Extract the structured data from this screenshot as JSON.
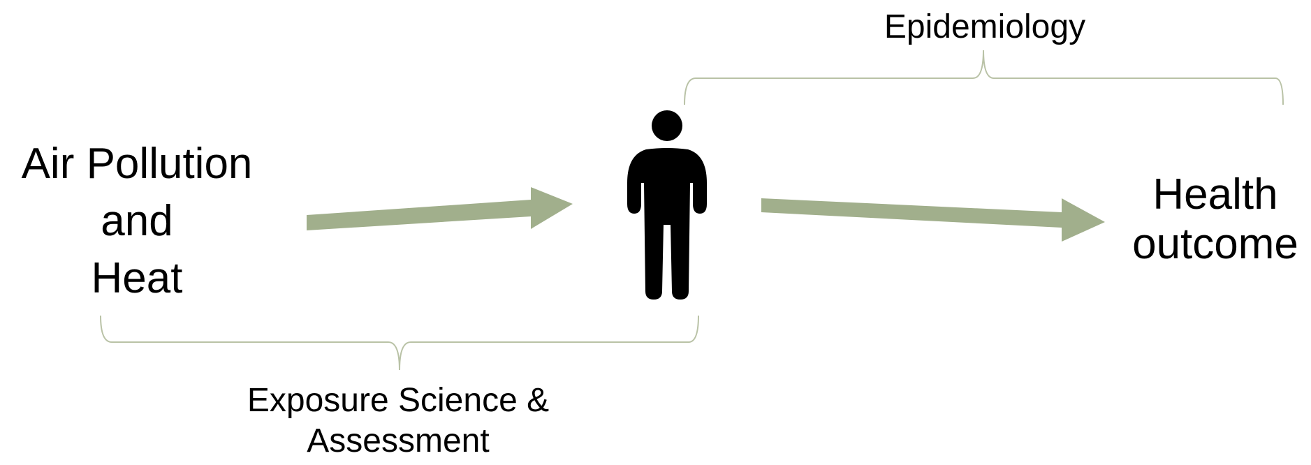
{
  "diagram": {
    "source_label": [
      "Air Pollution",
      "and",
      "Heat"
    ],
    "outcome_label": [
      "Health",
      "outcome"
    ],
    "epidemiology_label": "Epidemiology",
    "exposure_label": [
      "Exposure Science &",
      "Assessment"
    ],
    "person_icon": "person-icon",
    "colors": {
      "arrow": "#a1af8c",
      "bracket": "#b9c2a6",
      "text": "#000000",
      "figure": "#000000"
    }
  }
}
